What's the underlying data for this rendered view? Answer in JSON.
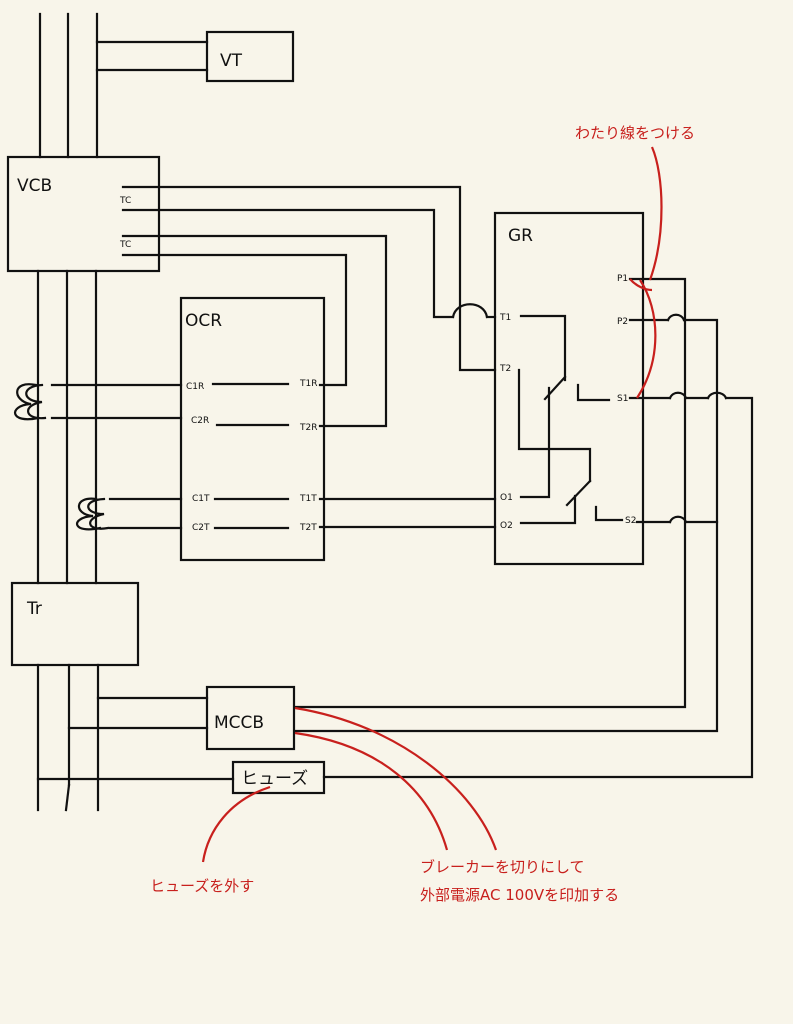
{
  "colors": {
    "background": "#f8f5ea",
    "line": "#111111",
    "annotation": "#c8201d"
  },
  "components": {
    "vt": "VT",
    "vcb": "VCB",
    "tc_upper": "TC",
    "tc_lower": "TC",
    "ocr": "OCR",
    "gr": "GR",
    "tr": "Tr",
    "mccb": "MCCB",
    "fuse": "ヒューズ"
  },
  "ocr_terminals": {
    "c1r": "C1R",
    "c2r": "C2R",
    "t1r": "T1R",
    "t2r": "T2R",
    "c1t": "C1T",
    "c2t": "C2T",
    "t1t": "T1T",
    "t2t": "T2T"
  },
  "gr_terminals": {
    "t1": "T1",
    "t2": "T2",
    "o1": "O1",
    "o2": "O2",
    "p1": "P1",
    "p2": "P2",
    "s1": "S1",
    "s2": "S2"
  },
  "annotations": {
    "jumper": "わたり線をつける",
    "fuse_remove": "ヒューズを外す",
    "external_power_line1": "ブレーカーを切りにして",
    "external_power_line2": "外部電源AC 100Vを印加する"
  }
}
